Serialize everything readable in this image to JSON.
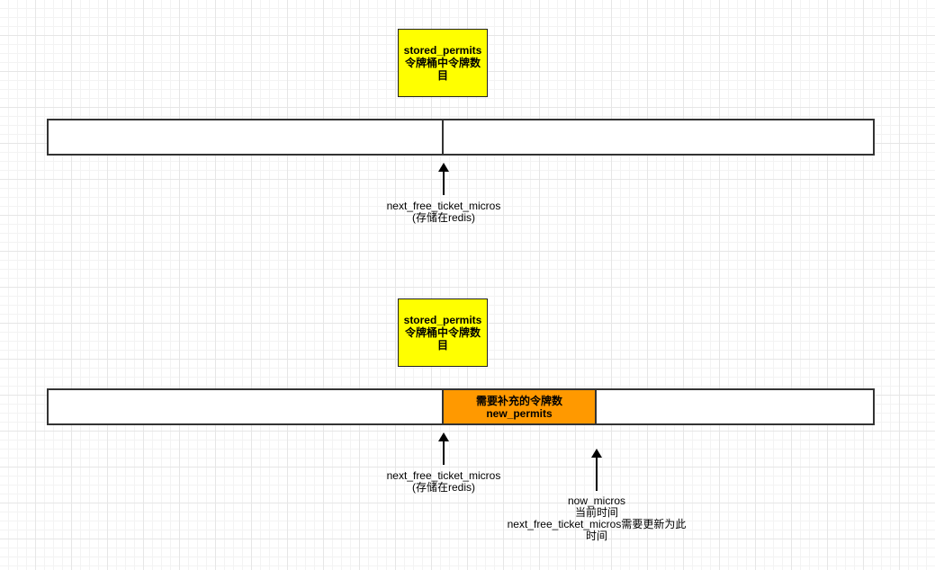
{
  "diagram": {
    "top": {
      "stored_permits_note": "stored_permits\n令牌桶中令牌数\n目",
      "next_free_label": "next_free_ticket_micros\n(存储在redis)"
    },
    "bottom": {
      "stored_permits_note": "stored_permits\n令牌桶中令牌数\n目",
      "new_permits_segment": "需要补充的令牌数\nnew_permits",
      "next_free_label": "next_free_ticket_micros\n(存储在redis)",
      "now_micros_label": "now_micros\n当前时间\nnext_free_ticket_micros需要更新为此\n时间"
    },
    "colors": {
      "note_fill": "#ffff00",
      "segment_fill": "#ff9900",
      "bar_stroke": "#333333"
    }
  }
}
